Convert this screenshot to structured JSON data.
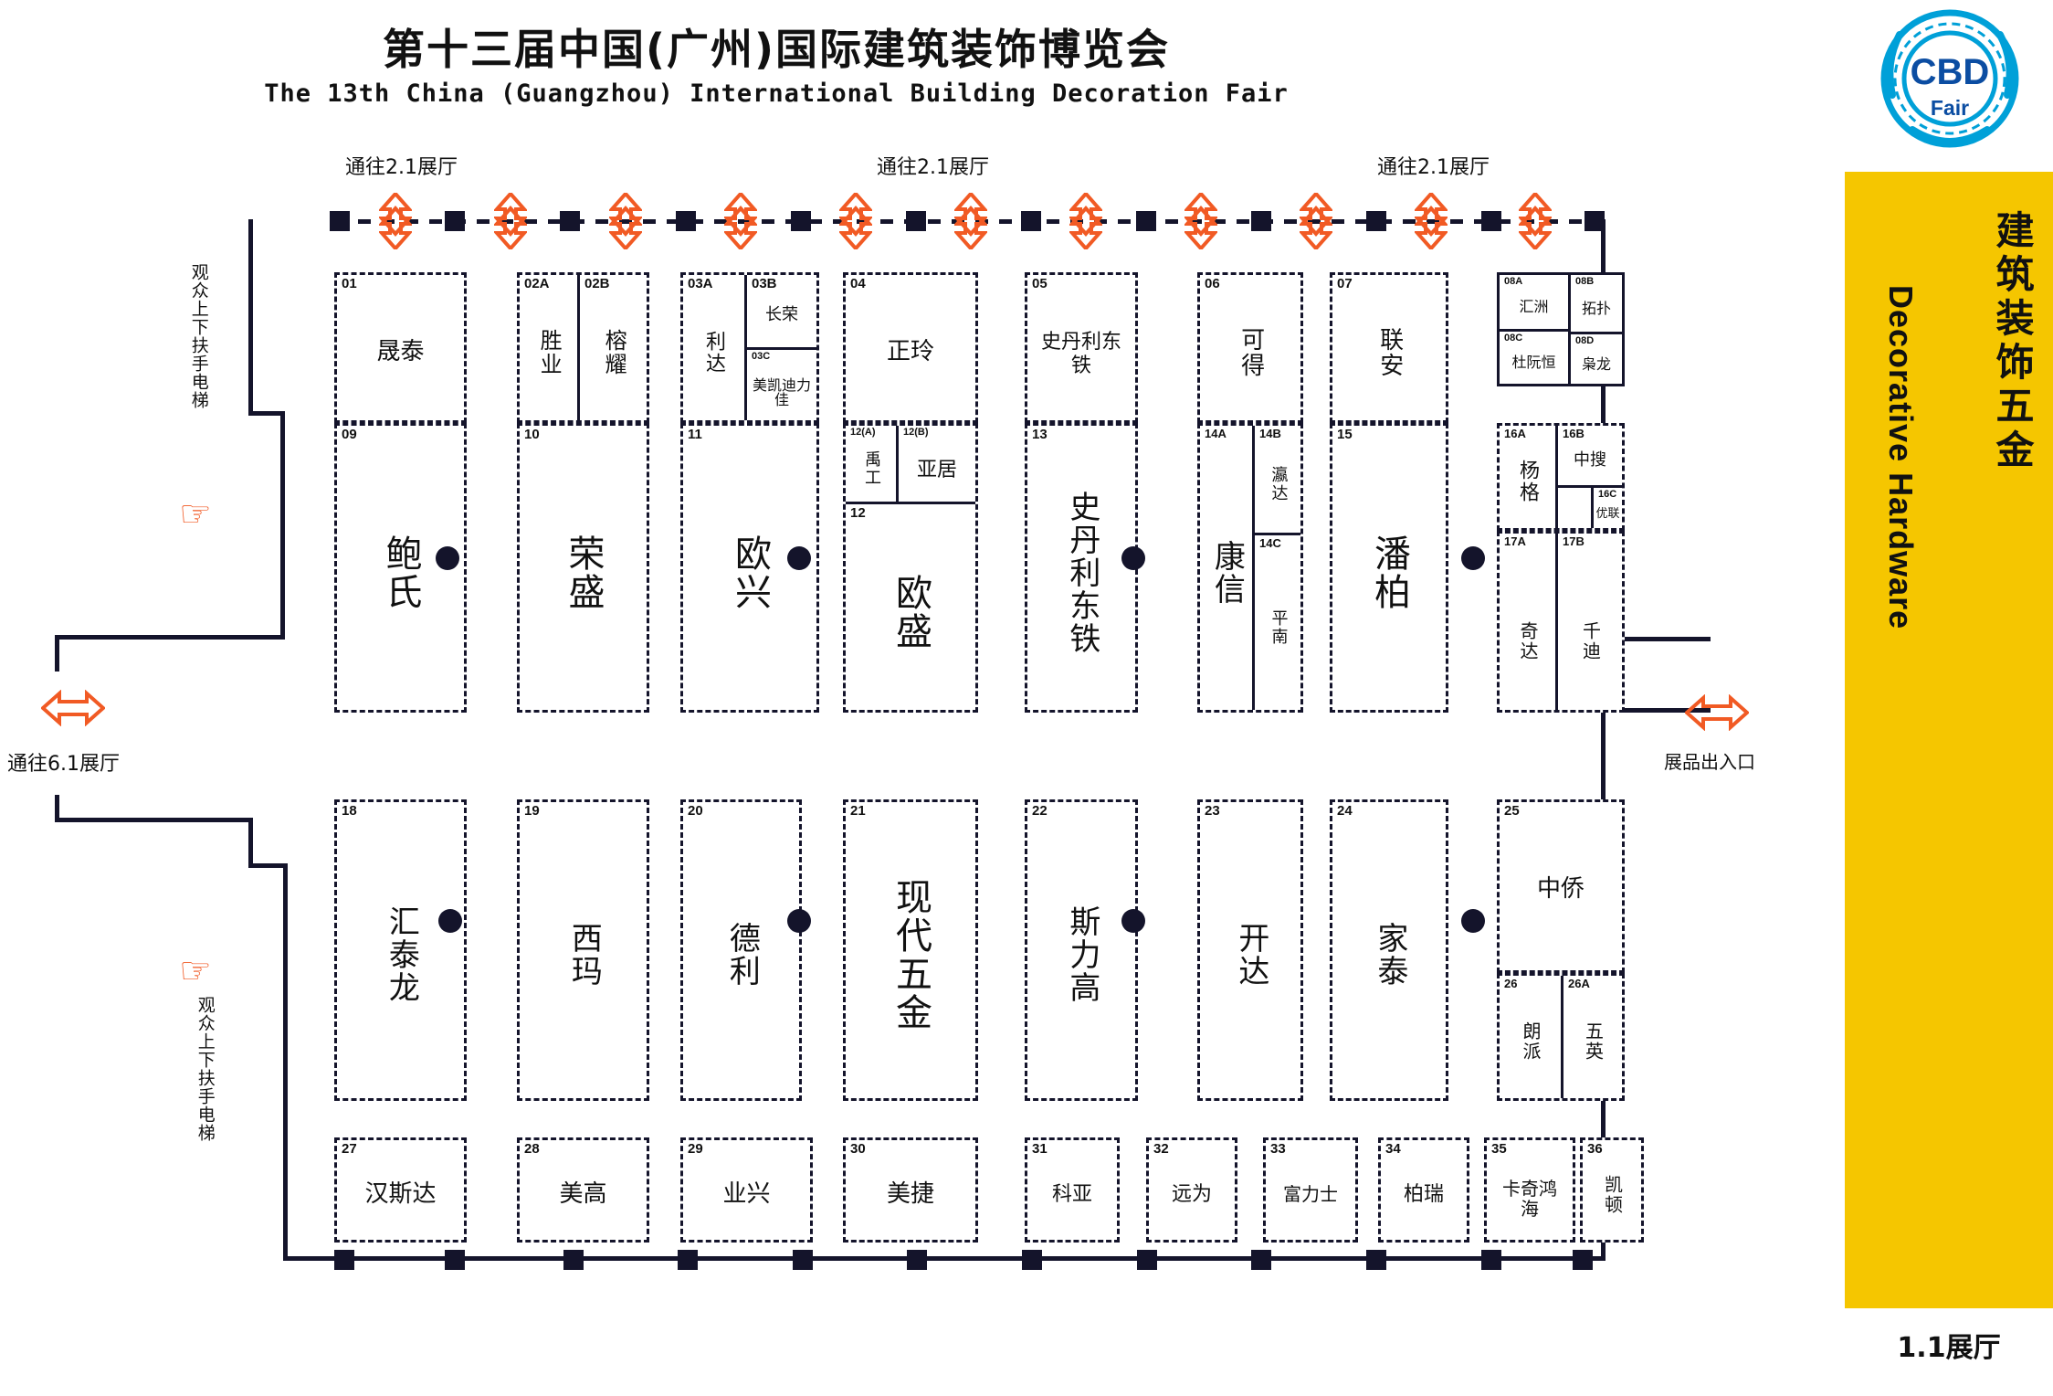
{
  "header": {
    "title_cn": "第十三届中国(广州)国际建筑装饰博览会",
    "title_en": "The 13th China (Guangzhou) International Building Decoration Fair"
  },
  "sidebar": {
    "logo_text_main": "CBD",
    "logo_text_sub": "Fair",
    "category_cn": "建筑装饰五金",
    "category_en": "Decorative Hardware",
    "hall_no": "1.1展厅"
  },
  "annotations": {
    "to_hall_21_a": "通往2.1展厅",
    "to_hall_21_b": "通往2.1展厅",
    "to_hall_21_c": "通往2.1展厅",
    "to_hall_61": "通往6.1展厅",
    "escalator_top": "观众上下扶手电梯",
    "escalator_bottom": "观众上下扶手电梯",
    "exhibit_entrance": "展品出入口"
  },
  "booths": {
    "row1": [
      {
        "num": "01",
        "name": "晟泰"
      },
      {
        "num": "02A",
        "name": "胜业"
      },
      {
        "num": "02B",
        "name": "榕耀"
      },
      {
        "num": "03A",
        "name": "利达"
      },
      {
        "num": "03B",
        "name": "长荣"
      },
      {
        "num": "03C",
        "name": "美凯迪力佳"
      },
      {
        "num": "04",
        "name": "正玲"
      },
      {
        "num": "05",
        "name": "史丹利东铁"
      },
      {
        "num": "06",
        "name": "可得"
      },
      {
        "num": "07",
        "name": "联安"
      },
      {
        "num": "08A",
        "name": "汇洲"
      },
      {
        "num": "08B",
        "name": "拓扑"
      },
      {
        "num": "08C",
        "name": "杜阮恒"
      },
      {
        "num": "08D",
        "name": "枭龙"
      }
    ],
    "row2": [
      {
        "num": "09",
        "name": "鲍氏"
      },
      {
        "num": "10",
        "name": "荣盛"
      },
      {
        "num": "11",
        "name": "欧兴"
      },
      {
        "num": "12(A)",
        "name": "禹工"
      },
      {
        "num": "12(B)",
        "name": "亚居"
      },
      {
        "num": "12",
        "name": "欧盛"
      },
      {
        "num": "13",
        "name": "史丹利东铁"
      },
      {
        "num": "14A",
        "name": "康信"
      },
      {
        "num": "14B",
        "name": "瀛达"
      },
      {
        "num": "14C",
        "name": "平南"
      },
      {
        "num": "15",
        "name": "潘柏"
      },
      {
        "num": "16A",
        "name": "杨格"
      },
      {
        "num": "16B",
        "name": "中搜"
      },
      {
        "num": "16C",
        "name": "优联"
      },
      {
        "num": "17A",
        "name": "奇达"
      },
      {
        "num": "17B",
        "name": "千迪"
      }
    ],
    "row3": [
      {
        "num": "18",
        "name": "汇泰龙"
      },
      {
        "num": "19",
        "name": "西玛"
      },
      {
        "num": "20",
        "name": "德利"
      },
      {
        "num": "21",
        "name": "现代五金"
      },
      {
        "num": "22",
        "name": "斯力高"
      },
      {
        "num": "23",
        "name": "开达"
      },
      {
        "num": "24",
        "name": "家泰"
      },
      {
        "num": "25",
        "name": "中侨"
      },
      {
        "num": "26",
        "name": "朗派"
      },
      {
        "num": "26A",
        "name": "五英"
      }
    ],
    "row4": [
      {
        "num": "27",
        "name": "汉斯达"
      },
      {
        "num": "28",
        "name": "美高"
      },
      {
        "num": "29",
        "name": "业兴"
      },
      {
        "num": "30",
        "name": "美捷"
      },
      {
        "num": "31",
        "name": "科亚"
      },
      {
        "num": "32",
        "name": "远为"
      },
      {
        "num": "33",
        "name": "富力士"
      },
      {
        "num": "34",
        "name": "柏瑞"
      },
      {
        "num": "35",
        "name": "卡奇鸿海"
      },
      {
        "num": "36",
        "name": "凯顿"
      }
    ]
  },
  "colors": {
    "accent_orange": "#f15a24",
    "brand_yellow": "#f5c600",
    "brand_blue": "#00a0d8",
    "line": "#14142b"
  }
}
